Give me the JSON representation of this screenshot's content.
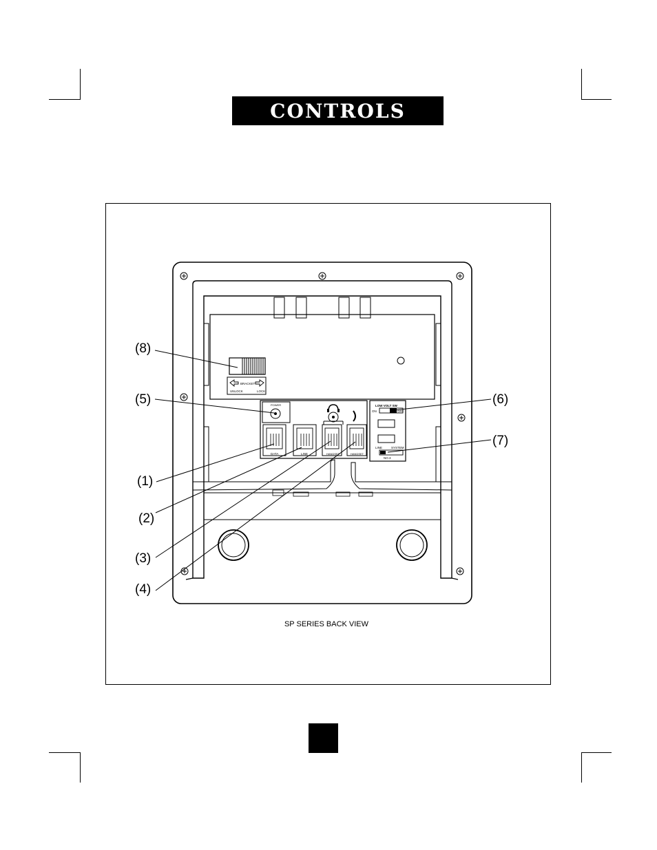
{
  "page": {
    "title": "CONTROLS"
  },
  "diagram": {
    "caption": "SP SERIES BACK VIEW",
    "callouts": [
      "(1)",
      "(2)",
      "(3)",
      "(4)",
      "(5)",
      "(6)",
      "(7)",
      "(8)"
    ],
    "bracket_label": "BRACKET",
    "unlock_label": "UNLOCK",
    "lock_label": "LOCK",
    "power_label": "POWER",
    "jack_labels": [
      "DATA",
      "LINE",
      "HANDSET",
      "HANDSET"
    ],
    "switch_panel": {
      "title": "LOW VOLT SW",
      "on_label": "ON",
      "off_label": "OFF",
      "line_label": "LINE",
      "system_label": "SYSTEM",
      "no_label": "NO.3"
    }
  }
}
